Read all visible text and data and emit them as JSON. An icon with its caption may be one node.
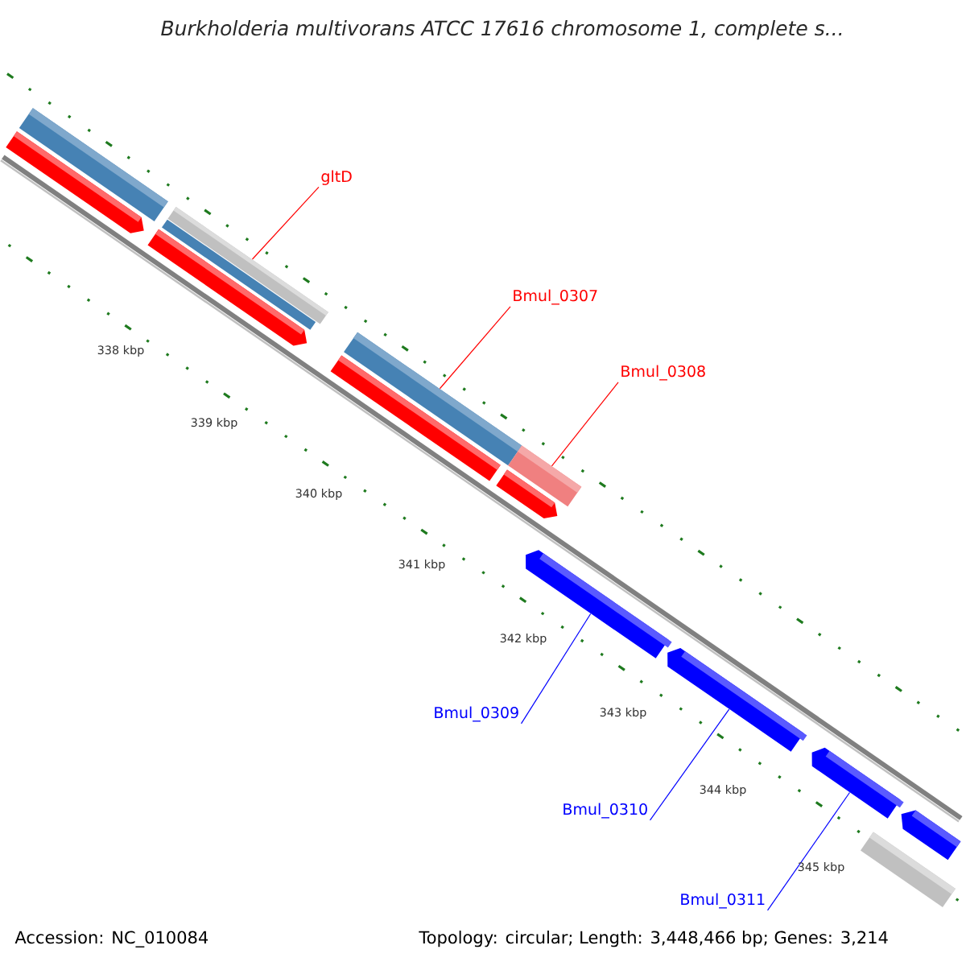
{
  "diagram": {
    "title": "Burkholderia multivorans ATCC 17616 chromosome 1, complete s...",
    "nodes": [
      {
        "text": [
          "gltD"
        ]
      },
      {
        "text": [
          "Bmul_0307"
        ]
      },
      {
        "text": [
          "Bmul_0308"
        ]
      },
      {
        "text": [
          "Bmul_0309"
        ]
      },
      {
        "text": [
          "Bmul_0310"
        ]
      },
      {
        "text": [
          "Bmul_0311"
        ]
      },
      {
        "text": [],
        "shape": "bar"
      },
      {
        "text": [],
        "shape": "bar"
      },
      {
        "text": [],
        "shape": "bar"
      },
      {
        "text": [],
        "shape": "arrow"
      },
      {
        "text": [],
        "shape": "arrow"
      },
      {
        "text": [],
        "shape": "arrow"
      }
    ],
    "edges": [
      {
        "from": 0,
        "to": 6,
        "arrow": "none",
        "color": "#ff0000"
      },
      {
        "from": 1,
        "to": 7,
        "arrow": "none",
        "color": "#ff0000"
      },
      {
        "from": 2,
        "to": 8,
        "arrow": "none",
        "color": "#ff0000"
      },
      {
        "from": 3,
        "to": 9,
        "arrow": "none",
        "color": "#0000ff"
      },
      {
        "from": 4,
        "to": 10,
        "arrow": "none",
        "color": "#0000ff"
      },
      {
        "from": 5,
        "to": 11,
        "arrow": "none",
        "color": "#0000ff"
      }
    ],
    "labels": [
      "338 kbp",
      "339 kbp",
      "340 kbp",
      "341 kbp",
      "342 kbp",
      "343 kbp",
      "344 kbp",
      "345 kbp",
      "Accession: NC_010084",
      "Topology: circular; Length: 3,448,466 bp; Genes: 3,214"
    ]
  }
}
